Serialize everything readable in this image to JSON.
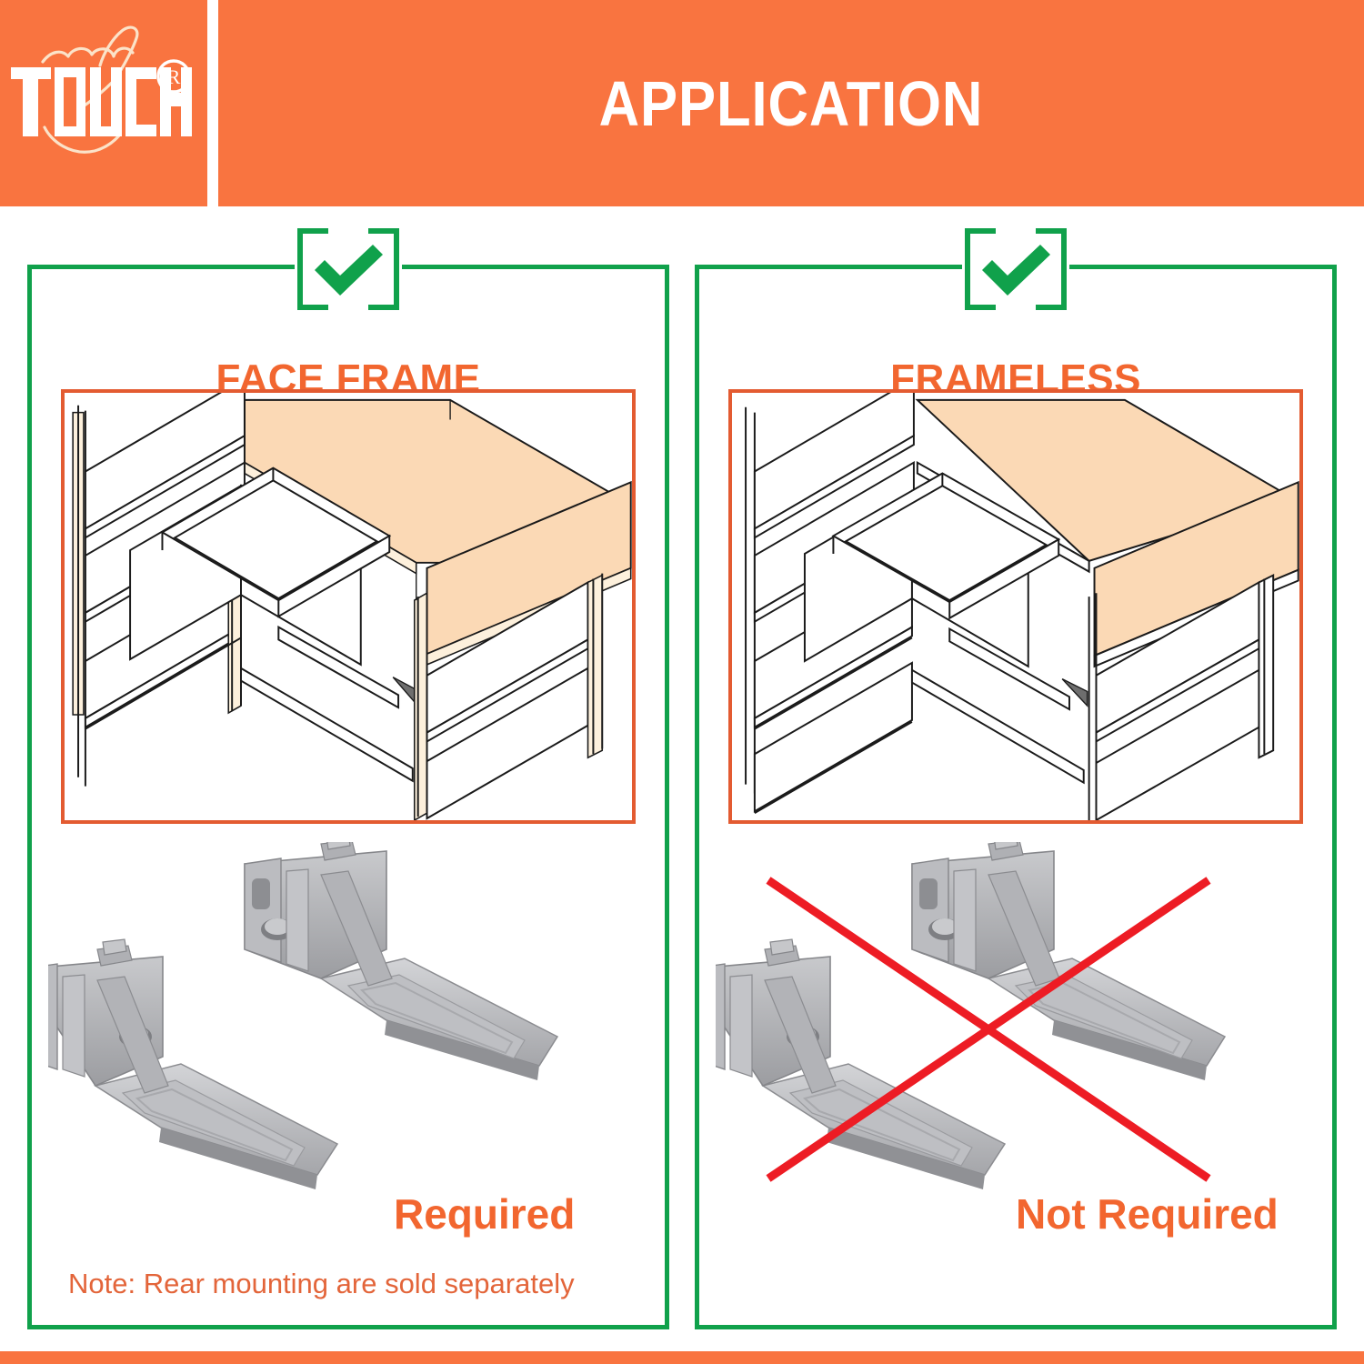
{
  "header": {
    "title": "APPLICATION",
    "logo": {
      "wordmark": "TOUCH",
      "trademark": "®",
      "icon": "hand-pointing-icon"
    },
    "brand_color": "#F97440"
  },
  "theme": {
    "orange": "#F97440",
    "orange_text": "#F2662F",
    "green": "#10A14B",
    "frame_orange": "#E35B31",
    "red_x": "#ED1C24",
    "wood_fill": "#FBD9B5",
    "bracket_gray": "#A9AAAD"
  },
  "panels": [
    {
      "id": "face-frame",
      "status_icon": "green-check-icon",
      "title": "FACE FRAME",
      "illustration": "isometric-face-frame-cabinet-with-open-drawer",
      "bracket_image": "rear-mounting-bracket-pair",
      "verdict_label": "Required",
      "crossed_out": false,
      "note": "Note: Rear mounting are sold separately"
    },
    {
      "id": "frameless",
      "status_icon": "green-check-icon",
      "title": "FRAMELESS",
      "illustration": "isometric-frameless-cabinet-with-open-drawer",
      "bracket_image": "rear-mounting-bracket-pair",
      "verdict_label": "Not Required",
      "crossed_out": true,
      "note": ""
    }
  ]
}
